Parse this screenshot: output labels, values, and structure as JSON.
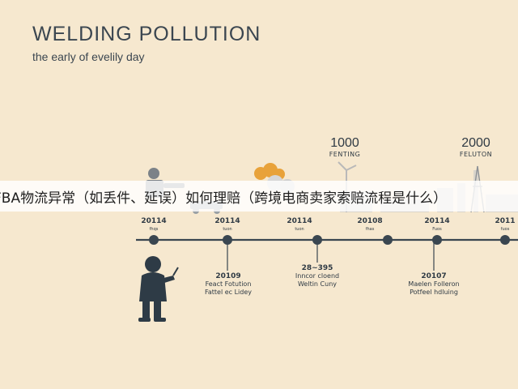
{
  "header": {
    "title": "WELDING POLLUTION",
    "subtitle": "the early of evelily day"
  },
  "milestones_top": [
    {
      "year": "1000",
      "caption": "FENTING"
    },
    {
      "year": "2000",
      "caption": "FELUTON"
    }
  ],
  "banner": {
    "text": "FBA物流异常（如丢件、延误）如何理赔（跨境电商卖家索赔流程是什么）"
  },
  "timeline": {
    "ticks": [
      {
        "label": "20114",
        "small": "fhqs"
      },
      {
        "label": "20114",
        "small": "tuon"
      },
      {
        "label": "20114",
        "small": "tuon"
      },
      {
        "label": "20108",
        "small": "fhas"
      },
      {
        "label": "20114",
        "small": "Fuos"
      },
      {
        "label": "2011",
        "small": "fuos"
      }
    ],
    "events_below": [
      {
        "year": "20109",
        "line1": "Feact Fotution",
        "line2": "Fattel ec Lidey"
      },
      {
        "year": "28~395",
        "line1": "Inncor cloend",
        "line2": "Weltin Cuny"
      },
      {
        "year": "20107",
        "line1": "Maelen Folleron",
        "line2": "Potfeel hdluing"
      }
    ]
  },
  "colors": {
    "background": "#f6e8cf",
    "line": "#3a4650",
    "accent": "#e8a23a"
  }
}
